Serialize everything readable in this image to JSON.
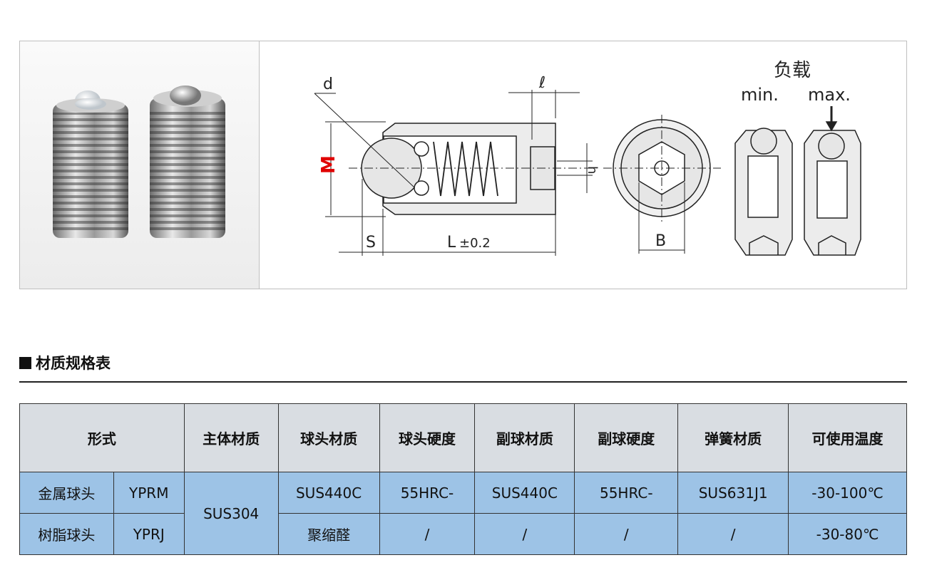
{
  "drawing": {
    "d": "d",
    "ell": "ℓ",
    "M": "M",
    "h": "h",
    "S": "S",
    "L": "L",
    "tol": "±0.2",
    "B": "B",
    "load": "负载",
    "min": "min.",
    "max": "max."
  },
  "section": {
    "title": "材质规格表"
  },
  "table": {
    "headers": [
      "形式",
      "主体材质",
      "球头材质",
      "球头硬度",
      "副球材质",
      "副球硬度",
      "弹簧材质",
      "可使用温度"
    ],
    "rows": [
      {
        "type": "金属球头",
        "code": "YPRM",
        "body": "SUS304",
        "ball": "SUS440C",
        "ball_hard": "55HRC-",
        "sub": "SUS440C",
        "sub_hard": "55HRC-",
        "spring": "SUS631J1",
        "temp": "-30-100℃"
      },
      {
        "type": "树脂球头",
        "code": "YPRJ",
        "ball": "聚缩醛",
        "ball_hard": "/",
        "sub": "/",
        "sub_hard": "/",
        "spring": "/",
        "temp": "-30-80℃"
      }
    ]
  },
  "colors": {
    "header_bg": "#d9dde2",
    "body_bg": "#9dc3e6",
    "accent": "#e00000"
  }
}
